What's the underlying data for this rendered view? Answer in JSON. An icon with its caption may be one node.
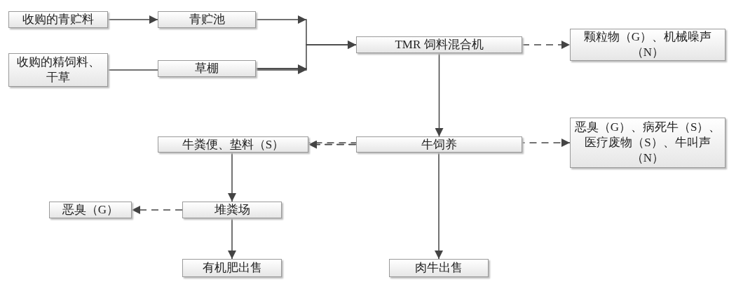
{
  "diagram": {
    "nodes": [
      {
        "text": [
          "收购的青贮料"
        ]
      },
      {
        "text": [
          "青贮池"
        ]
      },
      {
        "text": [
          "收购的精饲料、干草"
        ]
      },
      {
        "text": [
          "草棚"
        ]
      },
      {
        "text": [
          "TMR 饲料混合机"
        ]
      },
      {
        "text": [
          "颗粒物（G）、机械噪声（N）"
        ]
      },
      {
        "text": [
          "牛饲养"
        ]
      },
      {
        "text": [
          "恶臭（G）、病死牛（S）、医疗废物（S）、牛叫声（N）"
        ]
      },
      {
        "text": [
          "牛粪便、垫料（S）"
        ]
      },
      {
        "text": [
          "堆粪场"
        ]
      },
      {
        "text": [
          "恶臭（G）"
        ]
      },
      {
        "text": [
          "有机肥出售"
        ]
      },
      {
        "text": [
          "肉牛出售"
        ]
      }
    ],
    "edges": [
      {
        "from": 0,
        "to": 1,
        "arrow": "to"
      },
      {
        "from": 2,
        "to": 3,
        "arrow": "to"
      },
      {
        "from": 1,
        "to": 4,
        "arrow": "to"
      },
      {
        "from": 3,
        "to": 4,
        "arrow": "to"
      },
      {
        "from": 4,
        "to": 5,
        "arrow": "to",
        "style": "dashed"
      },
      {
        "from": 4,
        "to": 6,
        "arrow": "to"
      },
      {
        "from": 6,
        "to": 7,
        "arrow": "to",
        "style": "dashed"
      },
      {
        "from": 6,
        "to": 8,
        "arrow": "to",
        "style": "dashed"
      },
      {
        "from": 8,
        "to": 9,
        "arrow": "to"
      },
      {
        "from": 9,
        "to": 10,
        "arrow": "to",
        "style": "dashed"
      },
      {
        "from": 9,
        "to": 11,
        "arrow": "to"
      },
      {
        "from": 6,
        "to": 12,
        "arrow": "to"
      }
    ]
  }
}
